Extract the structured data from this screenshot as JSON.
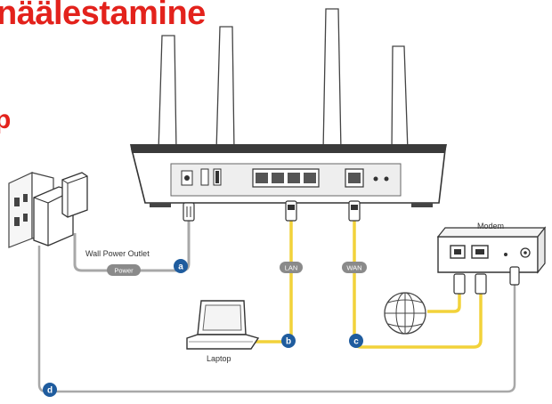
{
  "title": "näälestamine",
  "title_fragment": "p",
  "labels": {
    "wall_power_outlet": "Wall Power Outlet",
    "modem": "Modem",
    "laptop": "Laptop"
  },
  "cable_tags": {
    "power": "Power",
    "lan": "LAN",
    "wan": "WAN"
  },
  "steps": [
    "a",
    "b",
    "c",
    "d"
  ],
  "colors": {
    "title": "#e3221c",
    "ethernet_cable": "#f2d23a",
    "power_cable": "#a8a8a8",
    "badge": "#1f5c9e",
    "tag": "#8a8a8a"
  }
}
